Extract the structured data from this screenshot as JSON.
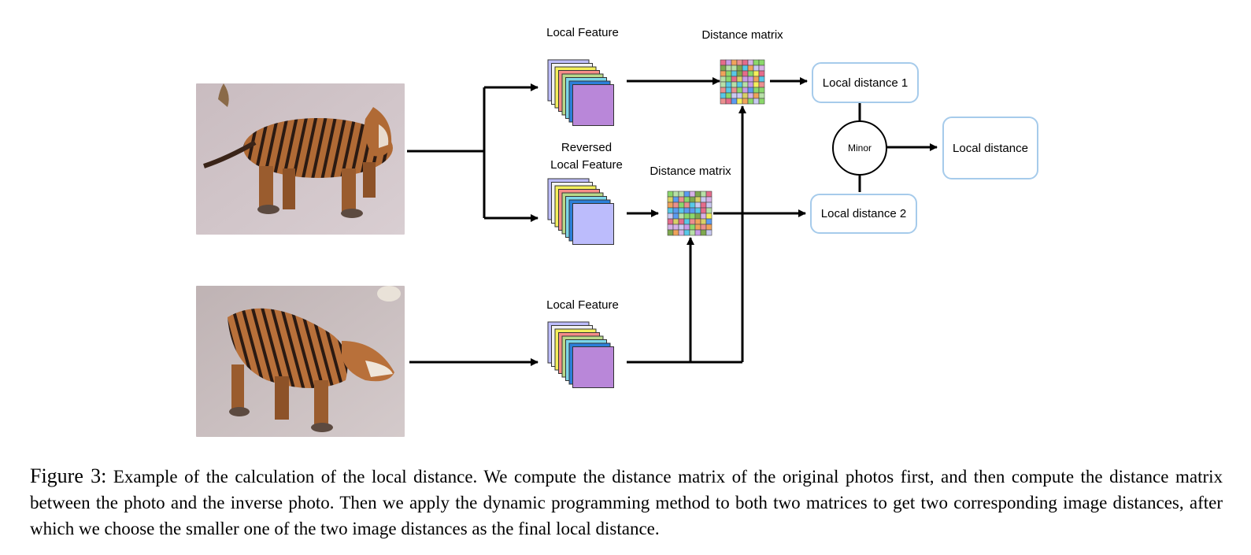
{
  "figure": {
    "labels": {
      "local_feature_top": "Local Feature",
      "reversed_local_feature_line1": "Reversed",
      "reversed_local_feature_line2": "Local Feature",
      "local_feature_bottom": "Local Feature",
      "distance_matrix_top": "Distance matrix",
      "distance_matrix_middle": "Distance matrix"
    },
    "boxes": {
      "local_distance_1": "Local distance 1",
      "local_distance_2": "Local distance 2",
      "minor": "Minor",
      "local_distance": "Local distance"
    },
    "colors": {
      "box_border": "#a6cbeb",
      "arrow": "#000000",
      "feature_front_top": "#b987d9",
      "feature_front_reversed": "#bcbcfc",
      "feature_stack": [
        "#bcbcfc",
        "#f2f2f2",
        "#f4ef5b",
        "#f58c88",
        "#b8d98a",
        "#7dd6e8",
        "#2b7fd9"
      ],
      "matrix_palette": [
        "#e56b8b",
        "#f4ef5b",
        "#57c8e8",
        "#8bd86b",
        "#c79be8",
        "#f0a35b",
        "#c9c9f2",
        "#5b9cf0",
        "#b7e0a7",
        "#eb8f8f",
        "#7ea84e",
        "#d9d066",
        "#d6b1e6"
      ]
    }
  },
  "caption": {
    "figure_number": "Figure 3:",
    "text": "Example of the calculation of the local distance. We compute the distance matrix of the original photos first, and then compute the distance matrix between the photo and the inverse photo. Then we apply the dynamic programming method to both two matrices to get two corresponding image distances, after which we choose the smaller one of the two image distances as the final local distance."
  }
}
